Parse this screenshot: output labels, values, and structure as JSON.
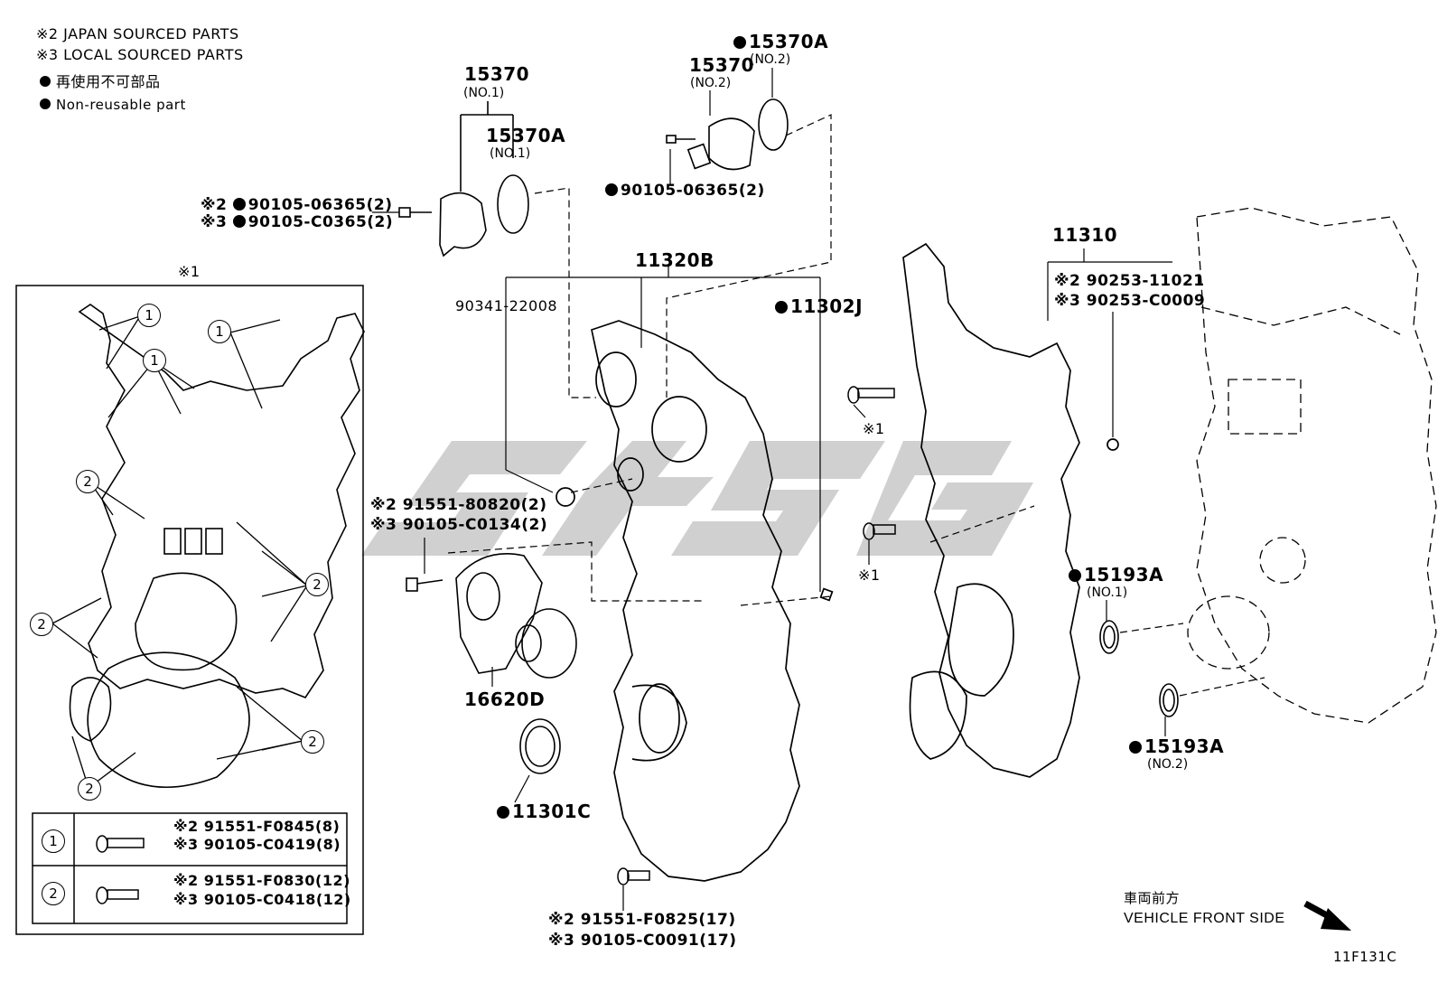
{
  "legend": {
    "note2": "※2 JAPAN SOURCED PARTS",
    "note3": "※3 LOCAL SOURCED PARTS",
    "nonreusable_jp": "再使用不可部品",
    "nonreusable_en": "Non-reusable part"
  },
  "inset": {
    "marker": "※1",
    "circle1": "1",
    "circle2": "2",
    "table": [
      {
        "key": "1",
        "line1": "※2 91551-F0845(8)",
        "line2": "※3 90105-C0419(8)"
      },
      {
        "key": "2",
        "line1": "※2 91551-F0830(12)",
        "line2": "※3 90105-C0418(12)"
      }
    ]
  },
  "parts": {
    "p15370_no1": "15370",
    "p15370_no1_sub": "(NO.1)",
    "p15370a_no1": "15370A",
    "p15370a_no1_sub": "(NO.1)",
    "p15370_no2": "15370",
    "p15370_no2_sub": "(NO.2)",
    "p15370a_no2": "15370A",
    "p15370a_no2_sub": "(NO.2)",
    "bolt_06365_top": "90105-06365(2)",
    "bolt_06365_j": "※2",
    "bolt_06365_j_label": "90105-06365(2)",
    "bolt_c0365_l": "※3",
    "bolt_c0365_label": "90105-C0365(2)",
    "p11320b": "11320B",
    "p90341": "90341-22008",
    "p11302j": "11302J",
    "bolt_80820": "※2 91551-80820(2)",
    "bolt_c0134": "※3 90105-C0134(2)",
    "p16620d": "16620D",
    "p11301c": "11301C",
    "bolt_f0825": "※2 91551-F0825(17)",
    "bolt_c0091": "※3 90105-C0091(17)",
    "p11310": "11310",
    "bolt_11021": "※2 90253-11021",
    "bolt_c0009": "※3 90253-C0009",
    "mark1_a": "※1",
    "mark1_b": "※1",
    "p15193a_no1": "15193A",
    "p15193a_no1_sub": "(NO.1)",
    "p15193a_no2": "15193A",
    "p15193a_no2_sub": "(NO.2)"
  },
  "direction": {
    "jp": "車両前方",
    "en": "VEHICLE FRONT SIDE"
  },
  "figure_code": "11F131C"
}
